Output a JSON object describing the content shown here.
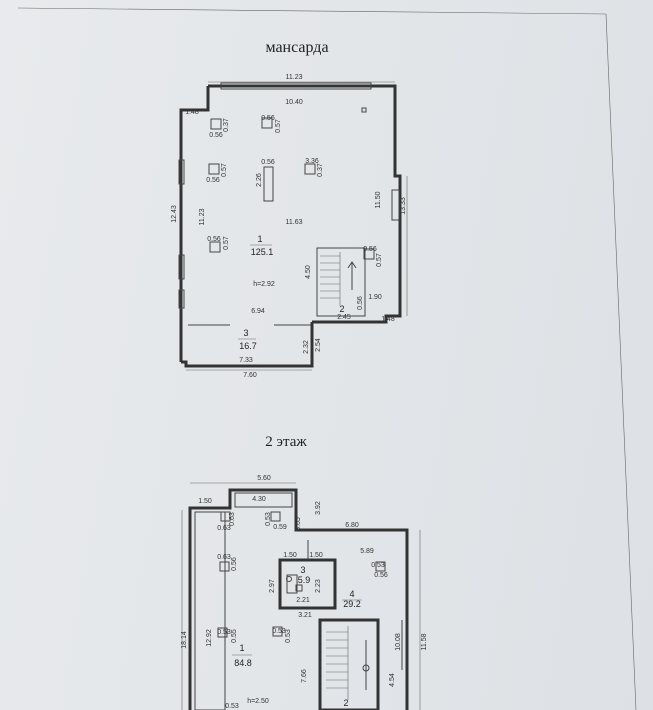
{
  "sheet": {
    "floors": [
      {
        "title": "мансарда",
        "rooms": [
          {
            "number": "1",
            "area": "125.1"
          },
          {
            "number": "2",
            "area": "2.45"
          },
          {
            "number": "3",
            "area": "16.7"
          }
        ],
        "height_label": "h=2.92",
        "dimensions": [
          "11.23",
          "10.40",
          "1.48",
          "12.43",
          "11.23",
          "11.63",
          "11.50",
          "13.33",
          "4.50",
          "6.94",
          "1.90",
          "0.56",
          "1.48",
          "2.32",
          "2.54",
          "7.33",
          "7.60",
          "2.26",
          "0.56",
          "0.37",
          "0.56",
          "3.36",
          "0.37",
          "0.56",
          "0.57",
          "0.56",
          "0.57",
          "0.56",
          "0.57",
          "0.56",
          "0.57"
        ]
      },
      {
        "title": "2 этаж",
        "rooms": [
          {
            "number": "1",
            "area": "84.8"
          },
          {
            "number": "3",
            "area": "5.9"
          },
          {
            "number": "4",
            "area": "29.2"
          },
          {
            "number": "2",
            "area": ""
          }
        ],
        "height_label": "h=2.50",
        "dimensions": [
          "5.60",
          "1.50",
          "4.30",
          "3.92",
          "6.80",
          "3.65",
          "1.50",
          "1.50",
          "5.89",
          "2.97",
          "2.23",
          "2.21",
          "3.21",
          "18.14",
          "12.92",
          "7.66",
          "10.08",
          "11.58",
          "4.54",
          "0.63",
          "0.63",
          "0.59",
          "0.53",
          "0.63",
          "0.56",
          "0.53",
          "0.56",
          "0.53",
          "0.55",
          "0.53",
          "0.53",
          "0.53"
        ]
      }
    ]
  }
}
